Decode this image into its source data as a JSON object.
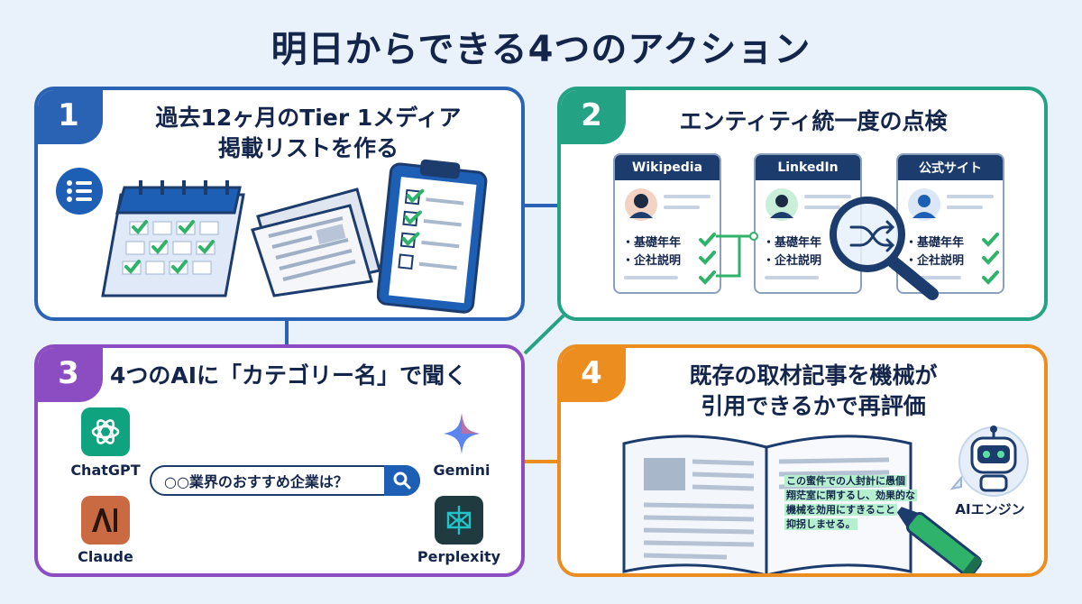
{
  "title": "明日からできる4つのアクション",
  "actions": [
    {
      "number": "1",
      "title_line1": "過去12ヶ月のTier 1メディア",
      "title_line2": "掲載リストを作る"
    },
    {
      "number": "2",
      "title": "エンティティ統一度の点検",
      "profiles": [
        {
          "source": "Wikipedia",
          "row1": "・基礎年年",
          "row2": "・企社説明"
        },
        {
          "source": "LinkedIn",
          "row1": "・基礎年年",
          "row2": "・企社説明"
        },
        {
          "source": "公式サイト",
          "row1": "・基礎年年",
          "row2": "・企社説明"
        }
      ]
    },
    {
      "number": "3",
      "title": "4つのAIに「カテゴリー名」で聞く",
      "query": "○○業界のおすすめ企業は？",
      "engines": [
        {
          "name": "ChatGPT",
          "color": "#10a37f"
        },
        {
          "name": "Gemini",
          "color": "#4f7cf0"
        },
        {
          "name": "Claude",
          "color": "#c96a43"
        },
        {
          "name": "Perplexity",
          "color": "#1f3b3f"
        }
      ]
    },
    {
      "number": "4",
      "title_line1": "既存の取材記事を機械が",
      "title_line2": "引用できるかで再評価",
      "highlight_lines": [
        "この蜜件での人封計に愚個",
        "翔茫室に閑するし、効果的な",
        "機械を効用にすきること",
        "抑拐しませる。"
      ],
      "robot_label": "AIエンジン"
    }
  ],
  "colors": {
    "action1": "#2a63b3",
    "action2": "#23a383",
    "action3": "#8c4cc2",
    "action4": "#ec8d1f",
    "navy": "#13254a",
    "check": "#2fb36b"
  }
}
